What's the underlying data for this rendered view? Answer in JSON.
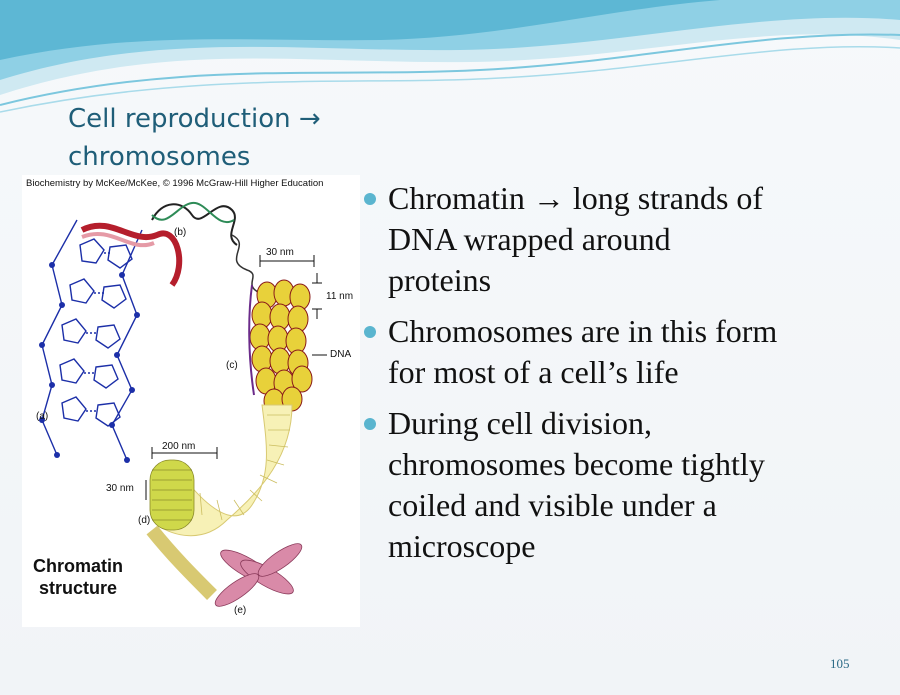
{
  "slide": {
    "title_line1": "Cell reproduction →",
    "title_line2": "chromosomes",
    "page_number": "105"
  },
  "figure": {
    "credit": "Biochemistry by McKee/McKee, © 1996 McGraw-Hill Higher Education",
    "caption_line1": "Chromatin",
    "caption_line2": "structure",
    "labels": {
      "a": "(a)",
      "b": "(b)",
      "c": "(c)",
      "d": "(d)",
      "e": "(e)",
      "nm30_top": "30 nm",
      "nm11": "11 nm",
      "dna": "DNA",
      "nm200": "200 nm",
      "nm30_side": "30 nm"
    }
  },
  "bullets": [
    {
      "line1": "Chromatin → long strands of",
      "line2": "DNA wrapped around",
      "line3": "proteins"
    },
    {
      "line1": "Chromosomes are in this form",
      "line2": "for most of a cell’s life"
    },
    {
      "line1": "During cell division,",
      "line2": "chromosomes become tightly",
      "line3": "coiled and visible under a",
      "line4": "microscope"
    }
  ],
  "colors": {
    "title": "#1f5e78",
    "bullet_dot": "#5ab5cf",
    "wave_blue": "#6cc3dd",
    "nucleosome": "#e8d13a"
  }
}
